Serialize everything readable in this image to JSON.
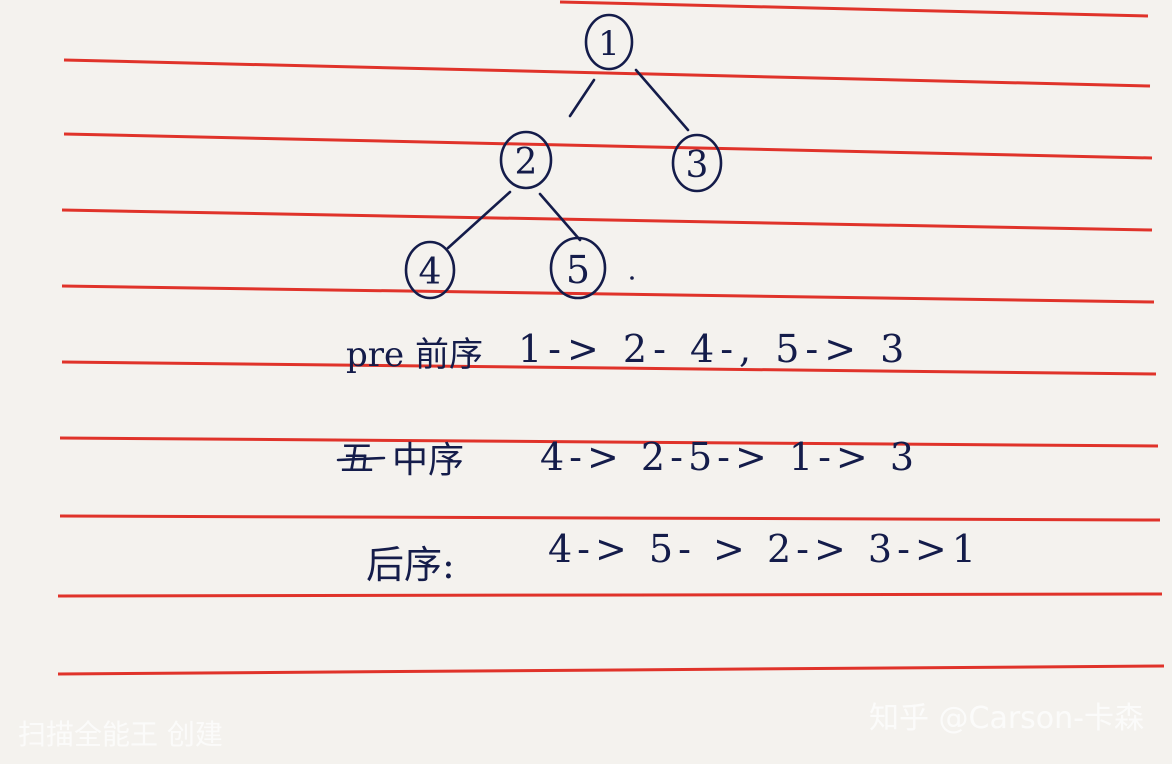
{
  "colors": {
    "paper": "#f4f2ee",
    "rule_line": "#e0332a",
    "ink": "#141c4a",
    "watermark": "#ffffff"
  },
  "tree": {
    "nodes": [
      {
        "id": "n1",
        "label": "1"
      },
      {
        "id": "n2",
        "label": "2"
      },
      {
        "id": "n3",
        "label": "3"
      },
      {
        "id": "n4",
        "label": "4"
      },
      {
        "id": "n5",
        "label": "5"
      }
    ],
    "edges": [
      [
        "n1",
        "n2"
      ],
      [
        "n1",
        "n3"
      ],
      [
        "n2",
        "n4"
      ],
      [
        "n2",
        "n5"
      ]
    ]
  },
  "traversals": {
    "preorder": {
      "label": "pre 前序",
      "sequence": "1-> 2- 4-, 5-> 3"
    },
    "inorder": {
      "label": "中序",
      "crossed_out": "五",
      "sequence": "4-> 2-5-> 1-> 3"
    },
    "postorder": {
      "label": "后序:",
      "sequence": "4-> 5- > 2-> 3->1"
    }
  },
  "watermark": {
    "left": "扫描全能王 创建",
    "right": "知乎 @Carson-卡森"
  }
}
